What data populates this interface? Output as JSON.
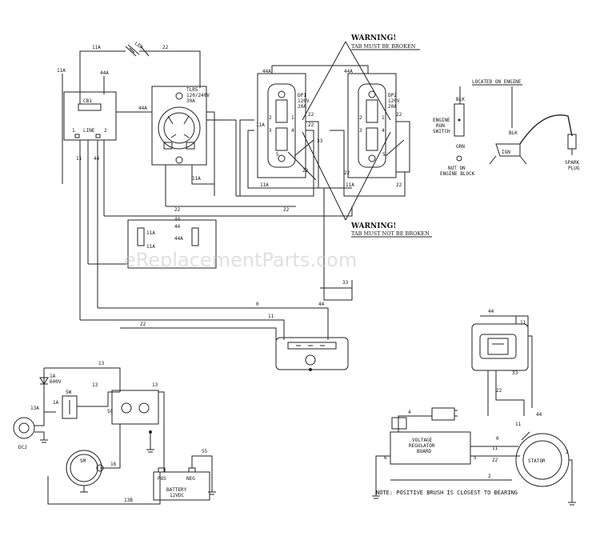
{
  "watermark": "eReplacementParts.com",
  "components": {
    "led": "LED",
    "cb1": "CB1",
    "line": "LINE",
    "tlr": [
      "TLR5",
      "120/240V",
      "30A"
    ],
    "dp1": [
      "DP1",
      "120V",
      "20A"
    ],
    "dp2": [
      "DP2",
      "120V",
      "20A"
    ],
    "engine_header": "LOCATED ON ENGINE",
    "engine_run_switch": [
      "ENGINE",
      "RUN",
      "SWITCH"
    ],
    "nut": [
      "NUT ON",
      "ENGINE BLOCK"
    ],
    "spark_plug": [
      "SPARK",
      "PLUG"
    ],
    "wire_colors": {
      "blk1": "BLK",
      "blk2": "BLK",
      "grn": "GRN",
      "ign": "IGN"
    },
    "diode": [
      "1A",
      "600V"
    ],
    "sw": "SW",
    "sc": "SC",
    "sm": "SM",
    "dcj": "DCJ",
    "battery": [
      "BATTERY",
      "12VDC"
    ],
    "pos": "POS",
    "neg": "NEG",
    "voltage_regulator": [
      "VOLTAGE",
      "REGULATOR",
      "BOARD"
    ],
    "stator": "STATOR",
    "note": "NOTE: POSITIVE BRUSH IS CLOSEST TO BEARING"
  },
  "warnings": [
    {
      "title": "WARNING!",
      "sub": "TAB MUST BE BROKEN"
    },
    {
      "title": "WARNING!",
      "sub": "TAB MUST NOT BE BROKEN"
    }
  ],
  "wire_labels": {
    "w11a_top": "11A",
    "w22_top": "22",
    "w11a_left": "11A",
    "w44a_cb": "44A",
    "w44a_mid": "44A",
    "w44a_dp1": "44A",
    "w44a_dp2": "44A",
    "w11_cb": "11",
    "w44_cb": "44",
    "w11a_tlr": "11A",
    "w11a_a": "11A",
    "w22_a": "22",
    "w22_b": "22",
    "w11a_b": "11A",
    "w22_c": "22",
    "w22_mid": "22",
    "w22_mid2": "22",
    "w44_mid": "44",
    "w44a_blk": "44A",
    "w11a_blk": "11A",
    "w33_dp": "33",
    "w22_dp1": "22",
    "w22_dp2": "22",
    "w33_line": "33",
    "w0": "0",
    "w44_low": "44",
    "w11_low": "11",
    "w22_low": "22",
    "w13a": "13",
    "w13b": "13",
    "w13c": "13",
    "w13a_dcj": "13A",
    "w1a": "1A",
    "w16": "16",
    "w55": "55",
    "w13b_bot": "13B",
    "w44_stator": "44",
    "w11_stator": "11",
    "w33_stator": "33",
    "w22_stator": "22",
    "w0_stator": "0",
    "w11_stator2": "11",
    "w44_stator2": "44",
    "w4": "4",
    "w6": "6",
    "w5": "5",
    "w11_reg": "11",
    "w22_reg": "22",
    "w2": "2"
  },
  "terminal_numbers": [
    "1",
    "2",
    "3",
    "4",
    "5",
    "1",
    "2",
    "3",
    "4",
    "5"
  ]
}
